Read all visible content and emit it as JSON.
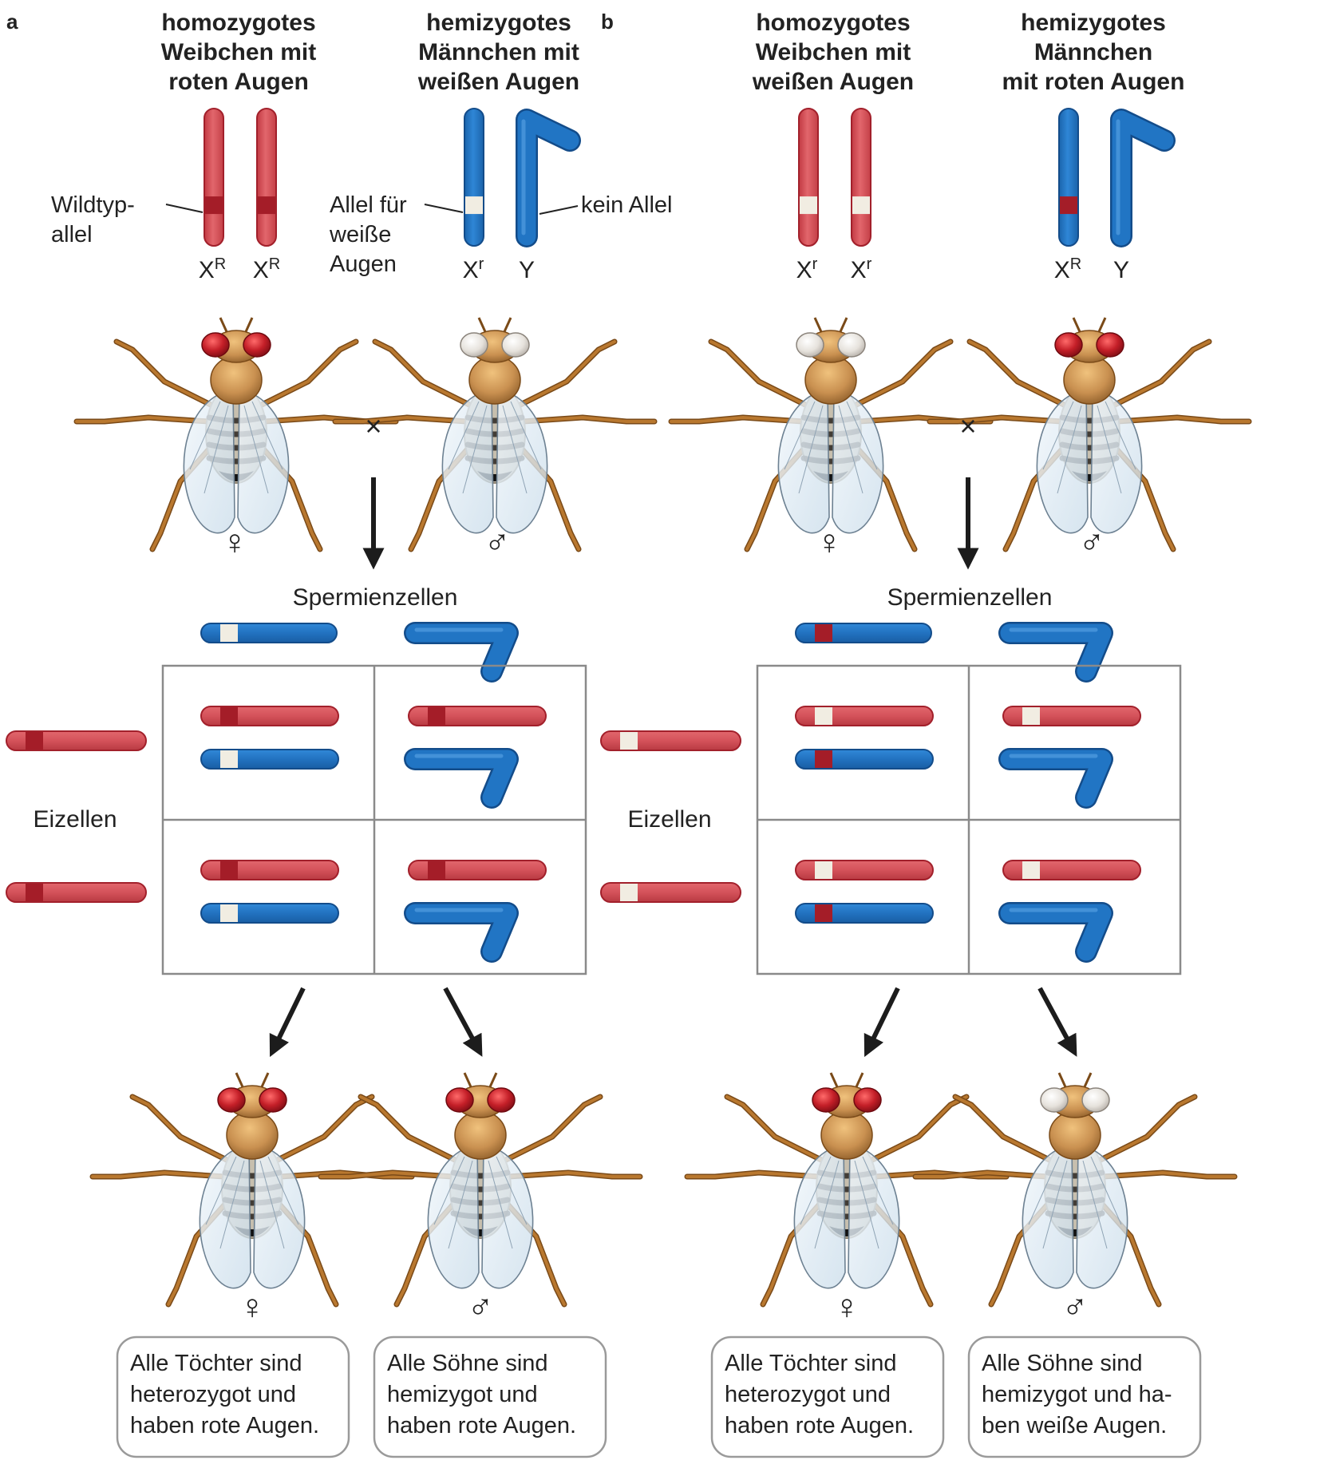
{
  "colors": {
    "x_chromosome": "#d8555b",
    "x_outline": "#a2202b",
    "y_chromosome": "#2175c4",
    "y_outline": "#134c8a",
    "wildtype_allele": "#a41d28",
    "white_allele": "#f1ede2",
    "grid": "#8a8a8a",
    "fly_body": "#d8a25c",
    "fly_eye_red": "#c41f28",
    "fly_eye_white": "#e8e4df"
  },
  "panels": [
    {
      "letter": "a",
      "female_title": [
        "homozygotes",
        "Weibchen mit",
        "roten Augen"
      ],
      "male_title": [
        "hemizygotes",
        "Männchen mit",
        "weißen Augen"
      ],
      "female_chromosome_labels": [
        {
          "base": "X",
          "sup": "R"
        },
        {
          "base": "X",
          "sup": "R"
        }
      ],
      "male_chromosome_labels": [
        {
          "base": "X",
          "sup": "r"
        },
        {
          "base": "Y",
          "sup": ""
        }
      ],
      "callout_female": [
        "Wildtyp-",
        "allel"
      ],
      "callout_male_allele": [
        "Allel für",
        "weiße",
        "Augen"
      ],
      "callout_y": "kein Allel",
      "cross_symbol": "×",
      "female_symbol": "♀",
      "male_symbol": "♂",
      "sperm_label": "Spermienzellen",
      "egg_label": "Eizellen",
      "parent_eyes": [
        "red",
        "white"
      ],
      "offspring_eyes": [
        "red",
        "red"
      ],
      "female_allele": "wild",
      "male_allele": "white",
      "result_female": [
        "Alle Töchter sind",
        "heterozygot und",
        "haben rote Augen."
      ],
      "result_male": [
        "Alle Söhne sind",
        "hemizygot und",
        "haben rote Augen."
      ]
    },
    {
      "letter": "b",
      "female_title": [
        "homozygotes",
        "Weibchen mit",
        "weißen Augen"
      ],
      "male_title": [
        "hemizygotes",
        "Männchen",
        "mit roten Augen"
      ],
      "female_chromosome_labels": [
        {
          "base": "X",
          "sup": "r"
        },
        {
          "base": "X",
          "sup": "r"
        }
      ],
      "male_chromosome_labels": [
        {
          "base": "X",
          "sup": "R"
        },
        {
          "base": "Y",
          "sup": ""
        }
      ],
      "cross_symbol": "×",
      "female_symbol": "♀",
      "male_symbol": "♂",
      "sperm_label": "Spermienzellen",
      "egg_label": "Eizellen",
      "parent_eyes": [
        "white",
        "red"
      ],
      "offspring_eyes": [
        "red",
        "white"
      ],
      "female_allele": "white",
      "male_allele": "wild",
      "result_female": [
        "Alle Töchter sind",
        "heterozygot und",
        "haben rote Augen."
      ],
      "result_male": [
        "Alle Söhne sind",
        "hemizygot und ha-",
        "ben weiße Augen."
      ]
    }
  ]
}
